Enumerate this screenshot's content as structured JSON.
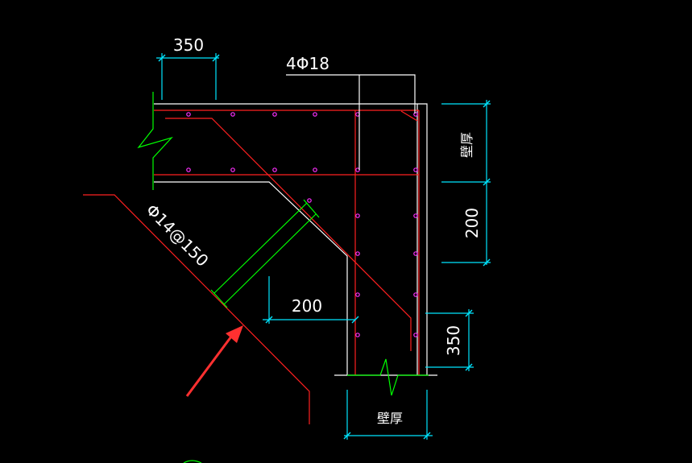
{
  "drawing": {
    "labels": {
      "dim_top_350": "350",
      "rebar_top": "4Φ18",
      "dim_right_wall": "壁厚",
      "dim_right_200": "200",
      "dim_right_350": "350",
      "dim_bottom_wall": "壁厚",
      "dim_inner_200": "200",
      "haunch_rebar": "Φ14@150"
    },
    "colors": {
      "background": "#000000",
      "outline": "#ffffff",
      "rebar": "#ff2020",
      "dimension": "#00e5ff",
      "break_line": "#00ff00",
      "rebar_dot": "#ff30ff",
      "arrow": "#ff3030"
    }
  }
}
